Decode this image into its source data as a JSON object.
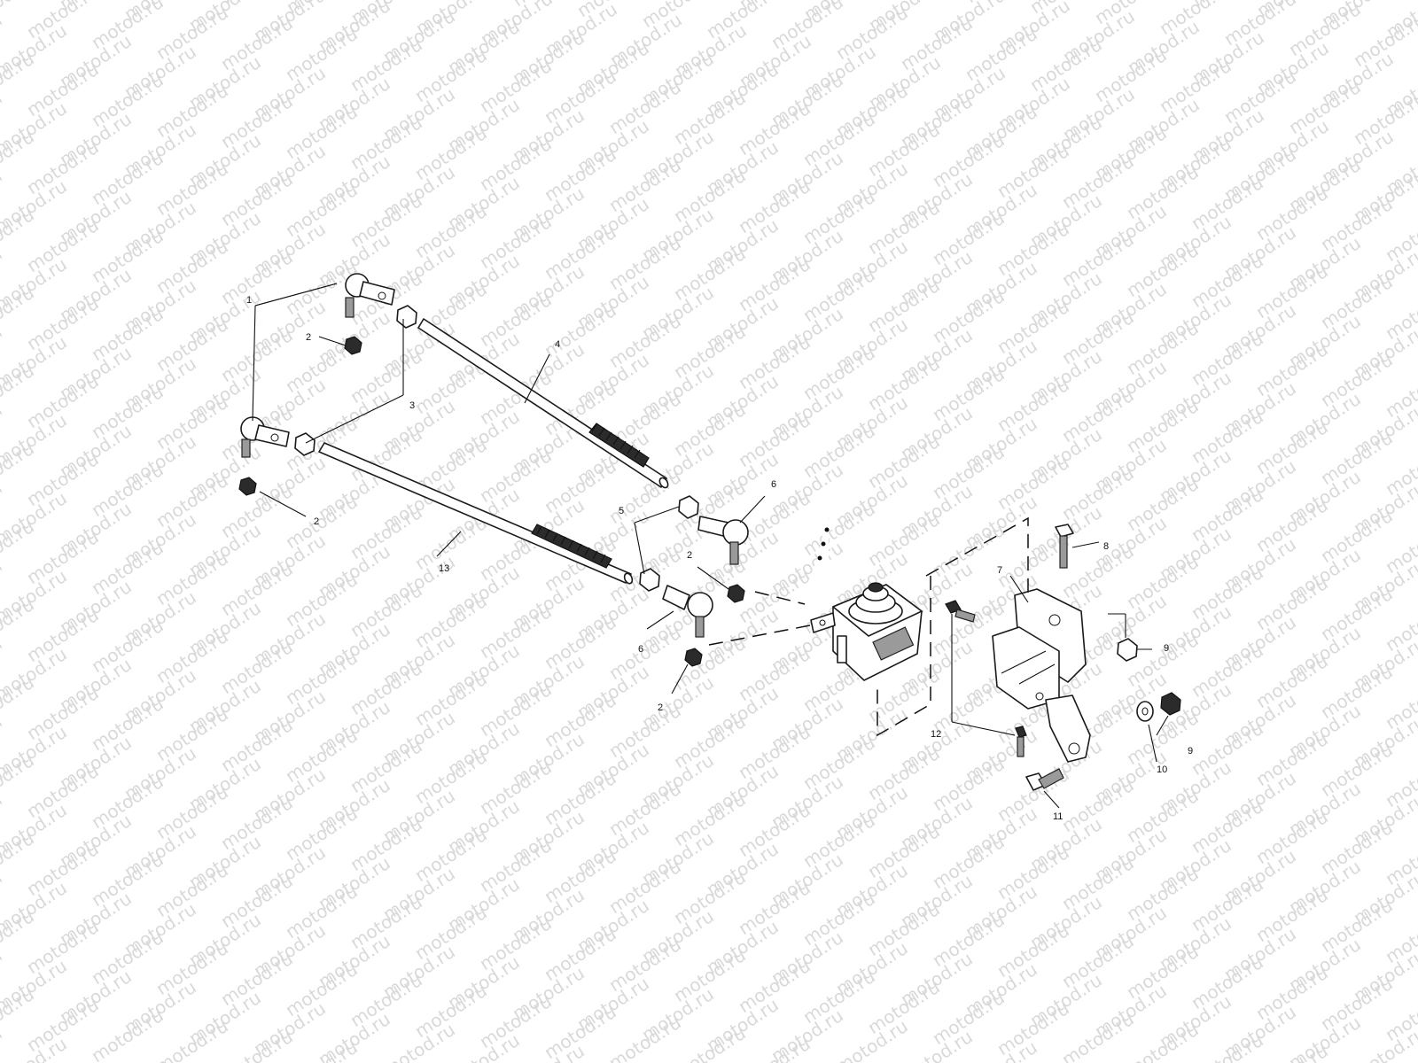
{
  "watermark": {
    "text": "motod.ru",
    "color": "#d9d9d9"
  },
  "callouts": [
    {
      "id": "c1",
      "text": "1"
    },
    {
      "id": "c2a",
      "text": "2"
    },
    {
      "id": "c2b",
      "text": "2"
    },
    {
      "id": "c2c",
      "text": "2"
    },
    {
      "id": "c2d",
      "text": "2"
    },
    {
      "id": "c3",
      "text": "3"
    },
    {
      "id": "c4",
      "text": "4"
    },
    {
      "id": "c5",
      "text": "5"
    },
    {
      "id": "c6a",
      "text": "6"
    },
    {
      "id": "c6b",
      "text": "6"
    },
    {
      "id": "c7",
      "text": "7"
    },
    {
      "id": "c8",
      "text": "8"
    },
    {
      "id": "c9a",
      "text": "9"
    },
    {
      "id": "c9b",
      "text": "9"
    },
    {
      "id": "c10",
      "text": "10"
    },
    {
      "id": "c11",
      "text": "11"
    },
    {
      "id": "c12",
      "text": "12"
    },
    {
      "id": "c13",
      "text": "13"
    }
  ]
}
